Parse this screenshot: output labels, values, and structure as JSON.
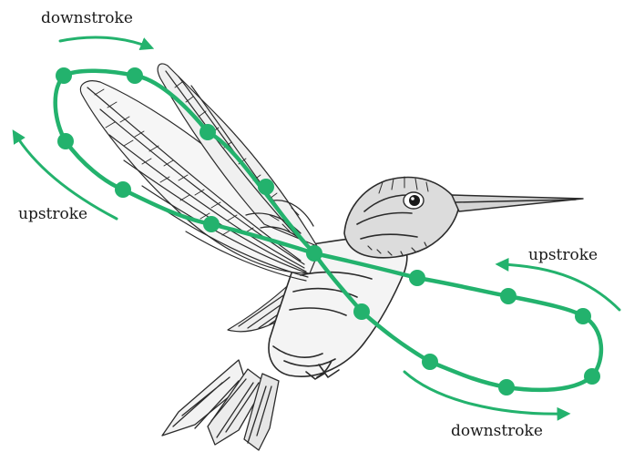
{
  "labels": {
    "top_left": "downstroke",
    "left": "upstroke",
    "right": "upstroke",
    "bottom_right": "downstroke"
  },
  "colors": {
    "path": "#23b26d",
    "ink": "#2b2b2b",
    "background": "#ffffff"
  },
  "subject": "hummingbird-illustration"
}
